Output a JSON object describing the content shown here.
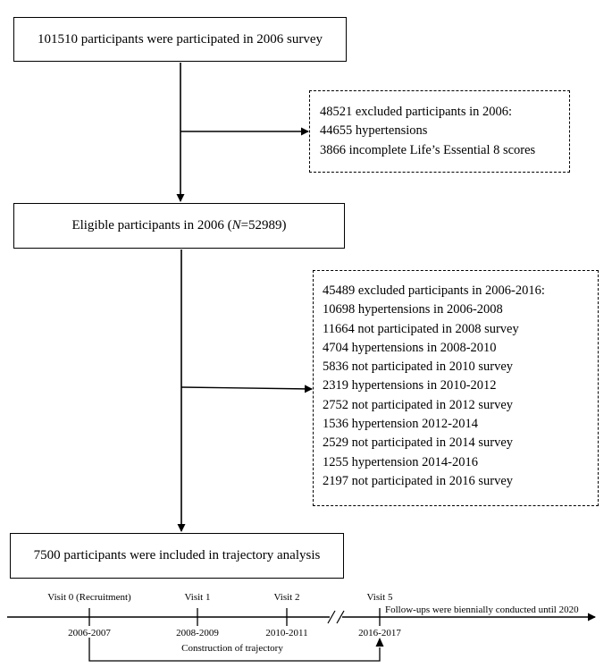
{
  "flow": {
    "box1": "101510 participants were participated in 2006 survey",
    "excluded1": {
      "lines": [
        "48521 excluded participants in 2006:",
        "44655 hypertensions",
        "3866 incomplete Life’s Essential 8 scores"
      ]
    },
    "box2": {
      "prefix": "Eligible participants in 2006 (",
      "n_symbol": "N",
      "suffix": "=52989)"
    },
    "excluded2": {
      "lines": [
        "45489 excluded participants in 2006-2016:",
        "10698 hypertensions in 2006-2008",
        "11664 not participated in 2008 survey",
        "4704 hypertensions in 2008-2010",
        "5836 not participated in 2010 survey",
        "2319 hypertensions in 2010-2012",
        "2752 not participated in 2012 survey",
        "1536 hypertension 2012-2014",
        "2529 not participated in 2014 survey",
        "1255 hypertension 2014-2016",
        "2197 not participated in 2016 survey"
      ]
    },
    "box3": "7500 participants were included in trajectory analysis"
  },
  "timeline": {
    "visits": [
      {
        "label": "Visit 0 (Recruitment)",
        "period": "2006-2007"
      },
      {
        "label": "Visit 1",
        "period": "2008-2009"
      },
      {
        "label": "Visit 2",
        "period": "2010-2011"
      },
      {
        "label": "Visit 5",
        "period": "2016-2017"
      }
    ],
    "follow_up": "Follow-ups were biennially conducted until 2020",
    "construction": "Construction of trajectory"
  }
}
